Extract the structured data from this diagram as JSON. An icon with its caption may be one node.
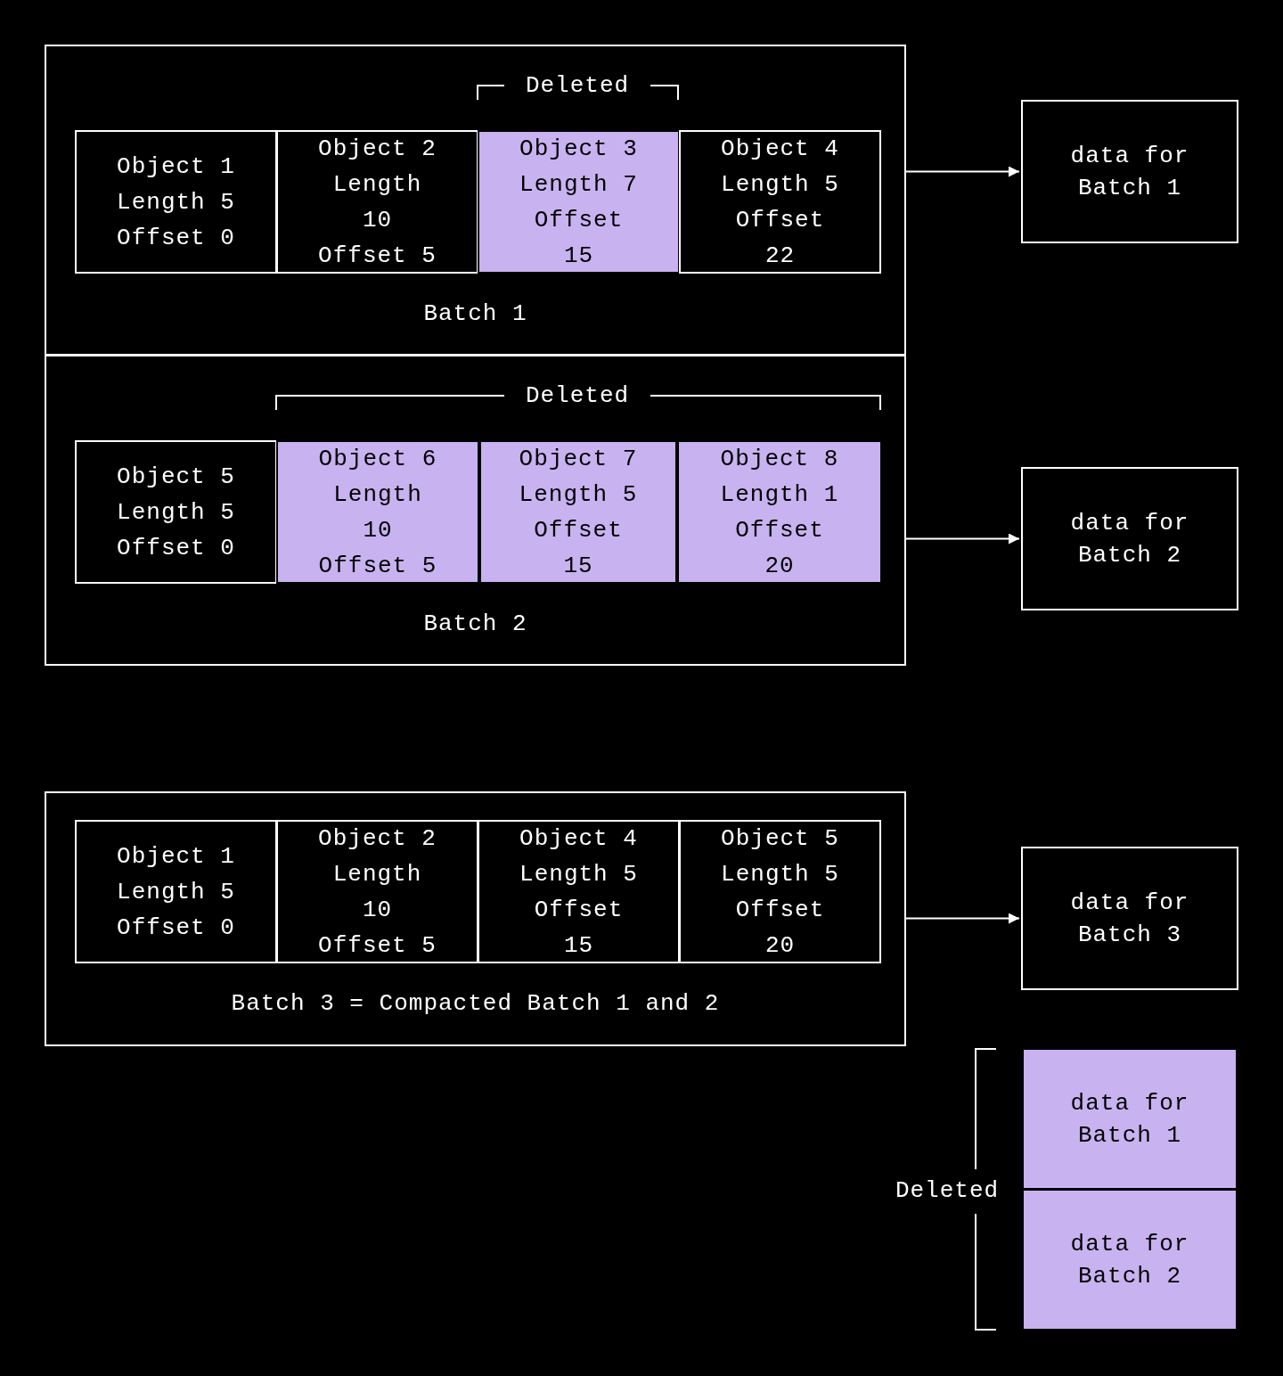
{
  "diagram": {
    "nodes": [
      {
        "text": [
          "Batch 1"
        ]
      },
      {
        "text": [
          "Object 1 Length 5 Offset 0"
        ],
        "in": 0
      },
      {
        "text": [
          "Object 2 Length 10 Offset 5"
        ],
        "in": 0
      },
      {
        "text": [
          "Object 3 Length 7 Offset 15"
        ],
        "in": 0
      },
      {
        "text": [
          "Object 4 Length 5 Offset 22"
        ],
        "in": 0
      },
      {
        "text": [
          "Batch 2"
        ]
      },
      {
        "text": [
          "Object 5 Length 5 Offset 0"
        ],
        "in": 5
      },
      {
        "text": [
          "Object 6 Length 10 Offset 5"
        ],
        "in": 5
      },
      {
        "text": [
          "Object 7 Length 5 Offset 15"
        ],
        "in": 5
      },
      {
        "text": [
          "Object 8 Length 1 Offset 20"
        ],
        "in": 5
      },
      {
        "text": [
          "data for Batch 1"
        ]
      },
      {
        "text": [
          "data for Batch 2"
        ]
      },
      {
        "text": [
          "Batch 3 = Compacted Batch 1 and 2"
        ]
      },
      {
        "text": [
          "Object 1 Length 5 Offset 0"
        ],
        "in": 12
      },
      {
        "text": [
          "Object 2 Length 10 Offset 5"
        ],
        "in": 12
      },
      {
        "text": [
          "Object 4 Length 5 Offset 15"
        ],
        "in": 12
      },
      {
        "text": [
          "Object 5 Length 5 Offset 20"
        ],
        "in": 12
      },
      {
        "text": [
          "data for Batch 3"
        ]
      },
      {
        "text": [
          "data for Batch 1"
        ]
      },
      {
        "text": [
          "data for Batch 2"
        ]
      }
    ],
    "edges": [
      {
        "from": 0,
        "to": 10,
        "arrow": "to"
      },
      {
        "from": 5,
        "to": 11,
        "arrow": "to"
      },
      {
        "from": 12,
        "to": 17,
        "arrow": "to"
      }
    ],
    "labels": [
      "Deleted",
      "Deleted",
      "Deleted"
    ]
  }
}
